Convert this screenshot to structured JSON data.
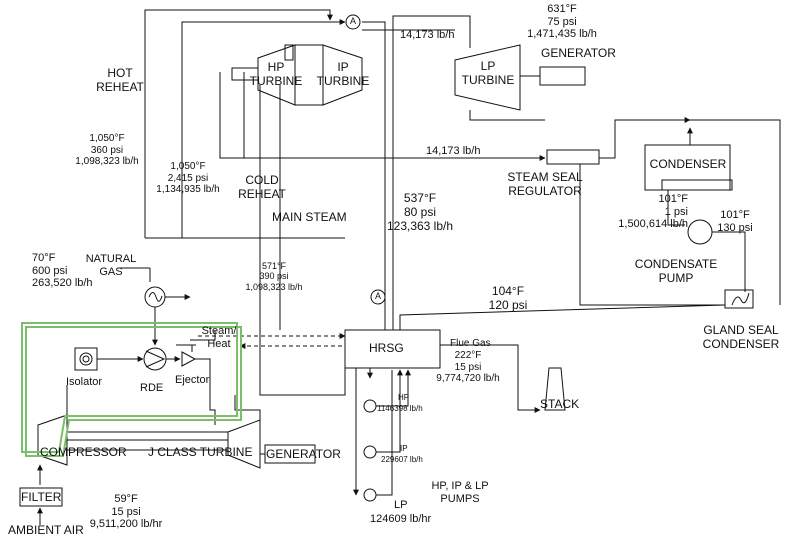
{
  "components": {
    "hp_turbine": "HP\nTURBINE",
    "ip_turbine": "IP\nTURBINE",
    "lp_turbine": "LP\nTURBINE",
    "generator_top": "GENERATOR",
    "condenser": "CONDENSER",
    "steam_seal_regulator": "STEAM SEAL\nREGULATOR",
    "condensate_pump": "CONDENSATE\nPUMP",
    "gland_seal_condenser": "GLAND SEAL\nCONDENSER",
    "hrsg": "HRSG",
    "stack": "STACK",
    "compressor": "COMPRESSOR",
    "j_class_turbine": "J CLASS TURBINE",
    "generator_bottom": "GENERATOR",
    "filter": "FILTER",
    "ambient_air": "AMBIENT AIR",
    "isolator": "Isolator",
    "rde": "RDE",
    "ejector": "Ejector",
    "natural_gas": "NATURAL\nGAS",
    "pumps": "HP, IP & LP\nPUMPS",
    "pump_hp": "HP",
    "pump_ip": "IP",
    "pump_lp": "LP"
  },
  "streams": {
    "hot_reheat": "HOT\nREHEAT",
    "cold_reheat": "COLD\nREHEAT",
    "main_steam": "MAIN STEAM",
    "flue_gas": "Flue Gas",
    "steam_heat": "Steam/\nHeat",
    "marker_a": "A"
  },
  "conditions": {
    "lp_inlet": "631°F\n75 psi\n1,471,435 lb/h",
    "flow_upper": "14,173 lb/h",
    "flow_lower": "14,173 lb/h",
    "hot_reheat_cond": "1,050°F\n360 psi\n1,098,323 lb/h",
    "main_steam_cond": "1,050°F\n2,415 psi\n1,134,935 lb/h",
    "ip_steam": "537°F\n80 psi\n123,363 lb/h",
    "cond_outlet": "101°F\n1 psi\n1,500,614 lb/h",
    "pump_outlet": "101°F\n130 psi",
    "gas_inlet": "70°F\n600 psi\n263,520 lb/h",
    "cold_reheat_cond": "571°F\n390 psi\n1,098,323 lb/h",
    "feedwater": "104°F\n120 psi",
    "flue_gas_cond": "222°F\n15 psi\n9,774,720 lb/h",
    "hp_flow": "1146398 lb/h",
    "ip_flow": "229607 lb/h",
    "lp_flow": "124609 lb/hr",
    "air_cond": "59°F\n15 psi\n9,511,200 lb/hr"
  }
}
